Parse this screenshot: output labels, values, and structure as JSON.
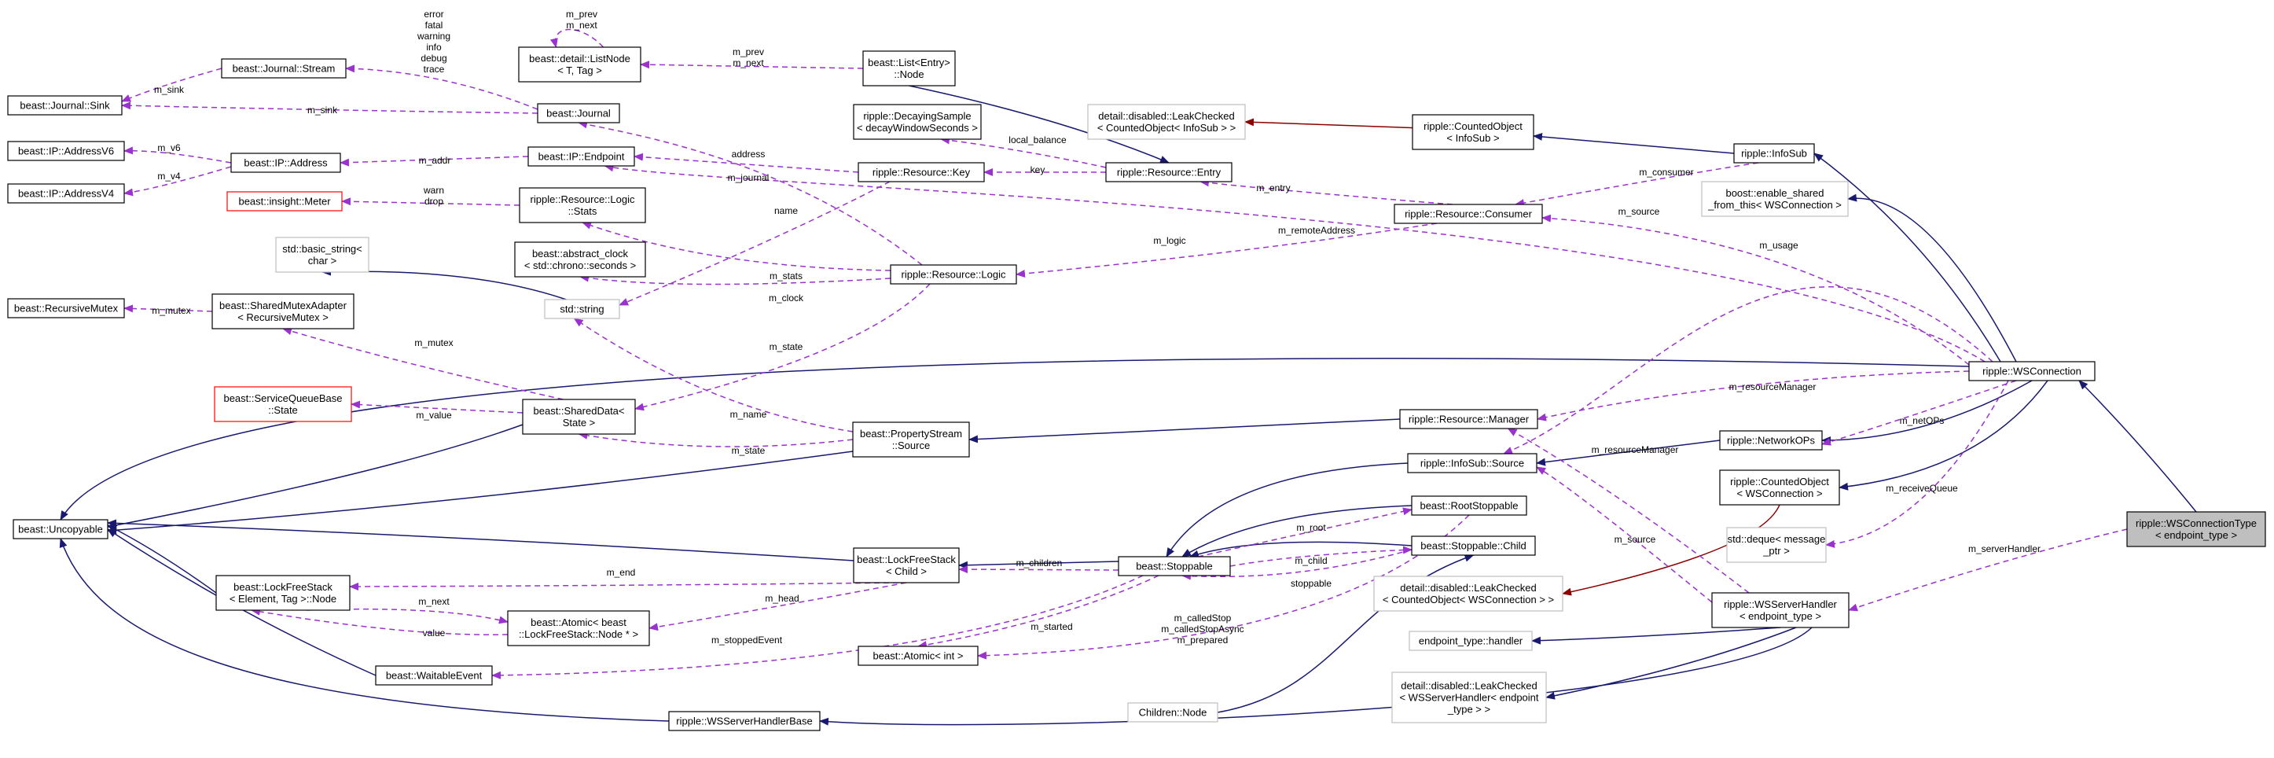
{
  "colors": {
    "inheritance": "#191970",
    "template_inheritance": "#8b0000",
    "usage": "#9a32cd",
    "highlight_fill": "#bfbfbf"
  },
  "nodes": {
    "uncopyable": [
      "beast::Uncopyable"
    ],
    "wsserverhandlerbase": [
      "ripple::WSServerHandlerBase"
    ],
    "waitableevent": [
      "beast::WaitableEvent"
    ],
    "lockfreestack_node": [
      "beast::LockFreeStack",
      "< Element, Tag >::Node"
    ],
    "atomic_node": [
      "beast::Atomic< beast",
      "::LockFreeStack::Node * >"
    ],
    "lockfreestack_child": [
      "beast::LockFreeStack",
      "< Child >"
    ],
    "stoppable": [
      "beast::Stoppable"
    ],
    "atomic_int": [
      "beast::Atomic< int >"
    ],
    "rootstoppable": [
      "beast::RootStoppable"
    ],
    "stoppable_child": [
      "beast::Stoppable::Child"
    ],
    "children_node": [
      "Children::Node"
    ],
    "shareddata": [
      "beast::SharedData<",
      "State >"
    ],
    "servicequeue_state": [
      "beast::ServiceQueueBase",
      "::State"
    ],
    "sharedmutexadapter": [
      "beast::SharedMutexAdapter",
      "< RecursiveMutex >"
    ],
    "recursivemutex": [
      "beast::RecursiveMutex"
    ],
    "std_basic_string": [
      "std::basic_string<",
      "char >"
    ],
    "std_string": [
      "std::string"
    ],
    "abstract_clock": [
      "beast::abstract_clock",
      "< std::chrono::seconds >"
    ],
    "resource_logic_stats": [
      "ripple::Resource::Logic",
      "::Stats"
    ],
    "insight_meter": [
      "beast::insight::Meter"
    ],
    "ip_address": [
      "beast::IP::Address"
    ],
    "ip_addressv6": [
      "beast::IP::AddressV6"
    ],
    "ip_addressv4": [
      "beast::IP::AddressV4"
    ],
    "ip_endpoint": [
      "beast::IP::Endpoint"
    ],
    "journal": [
      "beast::Journal"
    ],
    "journal_stream": [
      "beast::Journal::Stream"
    ],
    "journal_sink": [
      "beast::Journal::Sink"
    ],
    "listnode": [
      "beast::detail::ListNode",
      "< T, Tag >"
    ],
    "list_entry_node": [
      "beast::List<Entry>",
      "::Node"
    ],
    "decayingsample": [
      "ripple::DecayingSample",
      "< decayWindowSeconds >"
    ],
    "resource_key": [
      "ripple::Resource::Key"
    ],
    "resource_entry": [
      "ripple::Resource::Entry"
    ],
    "resource_logic": [
      "ripple::Resource::Logic"
    ],
    "propertystream_source": [
      "beast::PropertyStream",
      "::Source"
    ],
    "resource_manager": [
      "ripple::Resource::Manager"
    ],
    "infosub_source": [
      "ripple::InfoSub::Source"
    ],
    "resource_consumer": [
      "ripple::Resource::Consumer"
    ],
    "leakchecked_infosub": [
      "detail::disabled::LeakChecked",
      "< CountedObject< InfoSub > >"
    ],
    "countedobject_infosub": [
      "ripple::CountedObject",
      "< InfoSub >"
    ],
    "infosub": [
      "ripple::InfoSub"
    ],
    "enable_shared": [
      "boost::enable_shared",
      "_from_this< WSConnection >"
    ],
    "wsconnection": [
      "ripple::WSConnection"
    ],
    "networkops": [
      "ripple::NetworkOPs"
    ],
    "countedobject_ws": [
      "ripple::CountedObject",
      "< WSConnection >"
    ],
    "leakchecked_ws": [
      "detail::disabled::LeakChecked",
      "< CountedObject< WSConnection > >"
    ],
    "deque": [
      "std::deque< message",
      "_ptr >"
    ],
    "wsserverhandler": [
      "ripple::WSServerHandler",
      "< endpoint_type >"
    ],
    "endpoint_handler": [
      "endpoint_type::handler"
    ],
    "leakchecked_wsh": [
      "detail::disabled::LeakChecked",
      "< WSServerHandler< endpoint",
      "_type > >"
    ],
    "wsconnectiontype": [
      "ripple::WSConnectionType",
      "< endpoint_type >"
    ]
  },
  "edge_labels": {
    "journal_levels": [
      "error",
      "fatal",
      "warning",
      "info",
      "debug",
      "trace"
    ],
    "m_sink_1": "m_sink",
    "m_sink_2": "m_sink",
    "listnode_self": [
      "m_prev",
      "m_next"
    ],
    "listnode_entry": [
      "m_prev",
      "m_next"
    ],
    "m_v6": "m_v6",
    "m_v4": "m_v4",
    "m_addr": "m_addr",
    "address": "address",
    "m_journal": "m_journal",
    "local_balance": "local_balance",
    "key": "key",
    "warn_drop": [
      "warn",
      "drop"
    ],
    "name": "name",
    "m_entry": "m_entry",
    "m_consumer": "m_consumer",
    "m_remoteAddress": "m_remoteAddress",
    "m_logic": "m_logic",
    "m_source_1": "m_source",
    "m_usage": "m_usage",
    "m_stats": "m_stats",
    "m_clock": "m_clock",
    "m_mutex_1": "m_mutex",
    "m_mutex_2": "m_mutex",
    "m_state_1": "m_state",
    "m_value": "m_value",
    "m_name": "m_name",
    "m_state_2": "m_state",
    "m_resourceManager_1": "m_resourceManager",
    "m_resourceManager_2": "m_resourceManager",
    "m_netOPs": "m_netOPs",
    "m_root": "m_root",
    "m_child": "m_child",
    "stoppable": "stoppable",
    "m_children": "m_children",
    "m_end": "m_end",
    "m_head": "m_head",
    "m_next": "m_next",
    "value": "value",
    "m_started": "m_started",
    "called_stop": [
      "m_calledStop",
      "m_calledStopAsync",
      "m_prepared"
    ],
    "m_stoppedEvent": "m_stoppedEvent",
    "m_source_2": "m_source",
    "m_receiveQueue": "m_receiveQueue",
    "m_serverHandler": "m_serverHandler"
  }
}
